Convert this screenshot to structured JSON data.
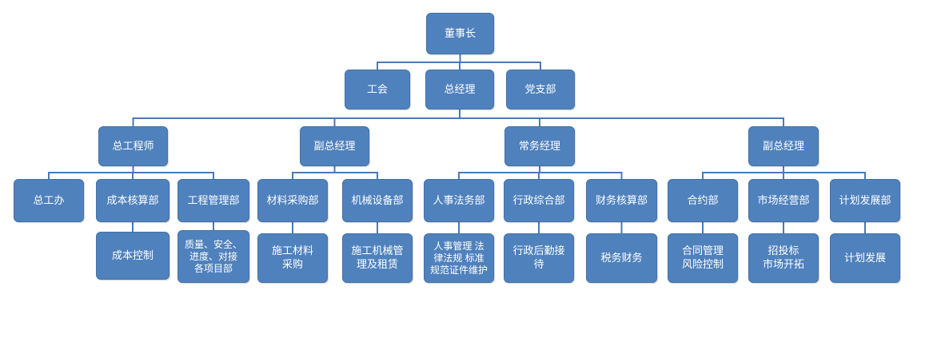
{
  "page": {
    "background": "#ffffff"
  },
  "org_chart": {
    "node_fill": "#4f81bd",
    "node_border": "#4572a7",
    "node_text_color": "#ffffff",
    "connector_color": "#4a7ab5",
    "nodes": [
      {
        "id": "chairman",
        "lines": [
          "董事长"
        ],
        "parent": null
      },
      {
        "id": "labor-union",
        "lines": [
          "工会"
        ],
        "parent": "chairman"
      },
      {
        "id": "general-manager",
        "lines": [
          "总经理"
        ],
        "parent": "chairman"
      },
      {
        "id": "party-branch",
        "lines": [
          "党支部"
        ],
        "parent": "chairman"
      },
      {
        "id": "chief-engineer",
        "lines": [
          "总工程师"
        ],
        "parent": "general-manager"
      },
      {
        "id": "deputy-gm-1",
        "lines": [
          "副总经理"
        ],
        "parent": "general-manager"
      },
      {
        "id": "executive-manager",
        "lines": [
          "常务经理"
        ],
        "parent": "general-manager"
      },
      {
        "id": "deputy-gm-2",
        "lines": [
          "副总经理"
        ],
        "parent": "general-manager"
      },
      {
        "id": "chief-engineer-office",
        "lines": [
          "总工办"
        ],
        "parent": "chief-engineer"
      },
      {
        "id": "cost-accounting-dept",
        "lines": [
          "成本核算部"
        ],
        "parent": "chief-engineer"
      },
      {
        "id": "engineering-mgmt-dept",
        "lines": [
          "工程管理部"
        ],
        "parent": "chief-engineer"
      },
      {
        "id": "material-purchasing-dept",
        "lines": [
          "材料采购部"
        ],
        "parent": "deputy-gm-1"
      },
      {
        "id": "machinery-equipment-dept",
        "lines": [
          "机械设备部"
        ],
        "parent": "deputy-gm-1"
      },
      {
        "id": "hr-legal-dept",
        "lines": [
          "人事法务部"
        ],
        "parent": "executive-manager"
      },
      {
        "id": "admin-general-dept",
        "lines": [
          "行政综合部"
        ],
        "parent": "executive-manager"
      },
      {
        "id": "finance-accounting-dept",
        "lines": [
          "财务核算部"
        ],
        "parent": "executive-manager"
      },
      {
        "id": "contract-dept",
        "lines": [
          "合约部"
        ],
        "parent": "deputy-gm-2"
      },
      {
        "id": "market-operation-dept",
        "lines": [
          "市场经营部"
        ],
        "parent": "deputy-gm-2"
      },
      {
        "id": "planning-development-dept",
        "lines": [
          "计划发展部"
        ],
        "parent": "deputy-gm-2"
      },
      {
        "id": "cost-control",
        "lines": [
          "成本控制"
        ],
        "parent": "cost-accounting-dept"
      },
      {
        "id": "quality-safety-progress",
        "lines": [
          "质量、安全、",
          "进度、对接",
          "各项目部"
        ],
        "parent": "engineering-mgmt-dept"
      },
      {
        "id": "construction-material-purchasing",
        "lines": [
          "施工材料",
          "采购"
        ],
        "parent": "material-purchasing-dept"
      },
      {
        "id": "machinery-mgmt-leasing",
        "lines": [
          "施工机械管",
          "理及租赁"
        ],
        "parent": "machinery-equipment-dept"
      },
      {
        "id": "hr-mgmt-regulations-certs",
        "lines": [
          "人事管理 法",
          "律法规 标准",
          "规范证件维护"
        ],
        "parent": "hr-legal-dept"
      },
      {
        "id": "admin-logistics-reception",
        "lines": [
          "行政后勤接",
          "待"
        ],
        "parent": "admin-general-dept"
      },
      {
        "id": "tax-finance",
        "lines": [
          "税务财务"
        ],
        "parent": "finance-accounting-dept"
      },
      {
        "id": "contract-mgmt-risk-control",
        "lines": [
          "合同管理",
          "风险控制"
        ],
        "parent": "contract-dept"
      },
      {
        "id": "bidding-market-expansion",
        "lines": [
          "招投标",
          "市场开拓"
        ],
        "parent": "market-operation-dept"
      },
      {
        "id": "planning-development",
        "lines": [
          "计划发展"
        ],
        "parent": "planning-development-dept"
      }
    ]
  }
}
